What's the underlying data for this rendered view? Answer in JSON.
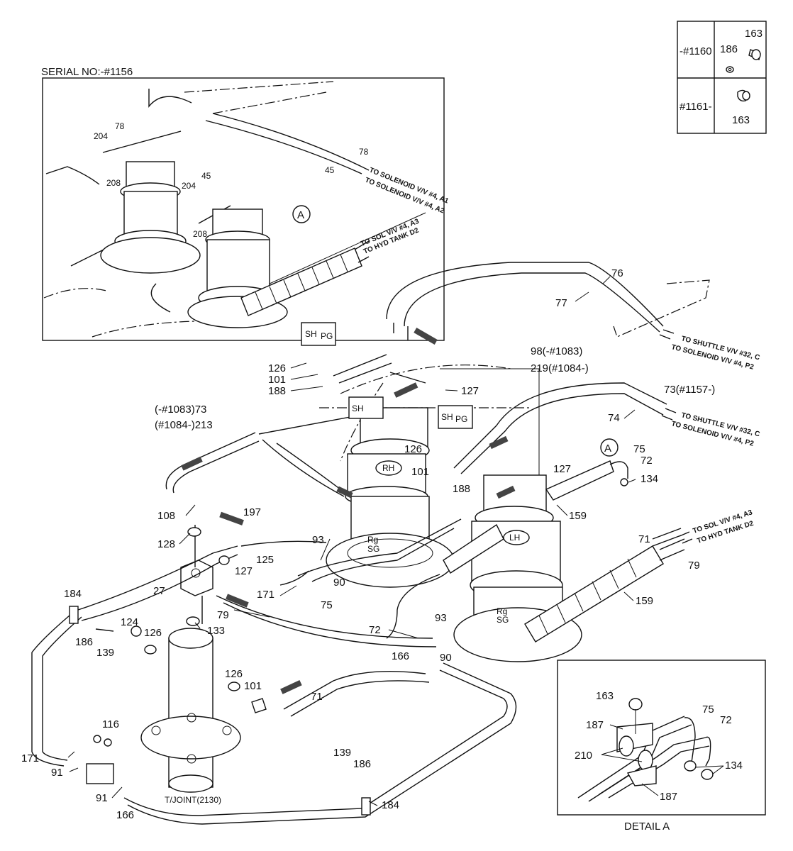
{
  "inset": {
    "serial_label": "SERIAL NO:-#1156",
    "labels": [
      "78",
      "204",
      "208",
      "45",
      "204",
      "208",
      "78",
      "45",
      "A"
    ],
    "notes": [
      "TO SOLENOID V/V #4, A1",
      "TO SOLENOID V/V #4, A2",
      "TO SOL V/V #4, A3",
      "TO HYD TANK D2"
    ]
  },
  "revision_table": {
    "rows": [
      {
        "serial": "-#1160",
        "parts": [
          "186",
          "163"
        ]
      },
      {
        "serial": "#1161-",
        "parts": [
          "163"
        ]
      }
    ]
  },
  "main": {
    "callouts": {
      "c76": "76",
      "c77": "77",
      "c98": "98(-#1083)",
      "c219": "219(#1084-)",
      "c126a": "126",
      "c101a": "101",
      "c188a": "188",
      "c127a": "127",
      "c73": "73(#1157-)",
      "c74": "74",
      "c73b": "(-#1083)73",
      "c213": "(#1084-)213",
      "rh": "RH",
      "lh": "LH",
      "c126b": "126",
      "c101b": "101",
      "c188b": "188",
      "c127b": "127",
      "cA": "A",
      "c75a": "75",
      "c72a": "72",
      "c134a": "134",
      "c159a": "159",
      "c159b": "159",
      "c108": "108",
      "c197": "197",
      "c128": "128",
      "c93a": "93",
      "c125": "125",
      "c127c": "127",
      "c27": "27",
      "c171a": "171",
      "c90a": "90",
      "c75b": "75",
      "c71a": "71",
      "c79a": "79",
      "c184a": "184",
      "c186a": "186",
      "c139a": "139",
      "c124": "124",
      "c126c": "126",
      "c79b": "79",
      "c133": "133",
      "c72b": "72",
      "c93b": "93",
      "c166a": "166",
      "c90b": "90",
      "c126d": "126",
      "c101c": "101",
      "c71b": "71",
      "c116": "116",
      "c171b": "171",
      "c91a": "91",
      "c91b": "91",
      "c166b": "166",
      "c139b": "139",
      "c186b": "186",
      "c184b": "184",
      "tjoint": "T/JOINT(2130)",
      "sh": "SH",
      "pg": "PG",
      "rg": "Rg",
      "sg": "SG"
    },
    "notes": {
      "n1": "TO SHUTTLE V/V #32, C",
      "n2": "TO SOLENOID V/V #4, P2",
      "n3": "TO SHUTTLE V/V #32, C",
      "n4": "TO SOLENOID V/V #4, P2",
      "n5": "TO SOL V/V #4, A3",
      "n6": "TO HYD TANK D2"
    }
  },
  "detail": {
    "title": "DETAIL  A",
    "labels": {
      "d163": "163",
      "d187a": "187",
      "d75": "75",
      "d72": "72",
      "d210": "210",
      "d134": "134",
      "d187b": "187"
    }
  }
}
